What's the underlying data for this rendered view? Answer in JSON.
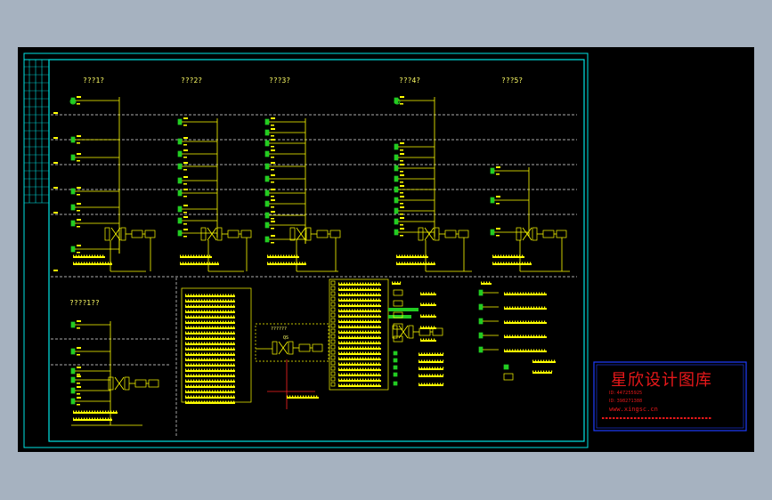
{
  "colors": {
    "background": "#a6b2c0",
    "sheet": "#000000",
    "frame": "#00e5e5",
    "wire": "#ffff00",
    "device": "#22cc22",
    "divider": "#e6e6e6",
    "watermark": "#e8181a",
    "watermark_border": "#1e3cff",
    "highlight_wire": "#ff2222"
  },
  "diagram": {
    "top_titles": [
      "???1?",
      "???2?",
      "???3?",
      "???4?",
      "???5?"
    ],
    "left_bottom_title": "????1??",
    "center_bottom_title": "??????",
    "center_bottom_device": "QS"
  },
  "watermark": {
    "title": "星欣设计图库",
    "line1": "ID: 447255925",
    "line2": "ID: 398271388",
    "url": "www.xingsc.cn"
  }
}
